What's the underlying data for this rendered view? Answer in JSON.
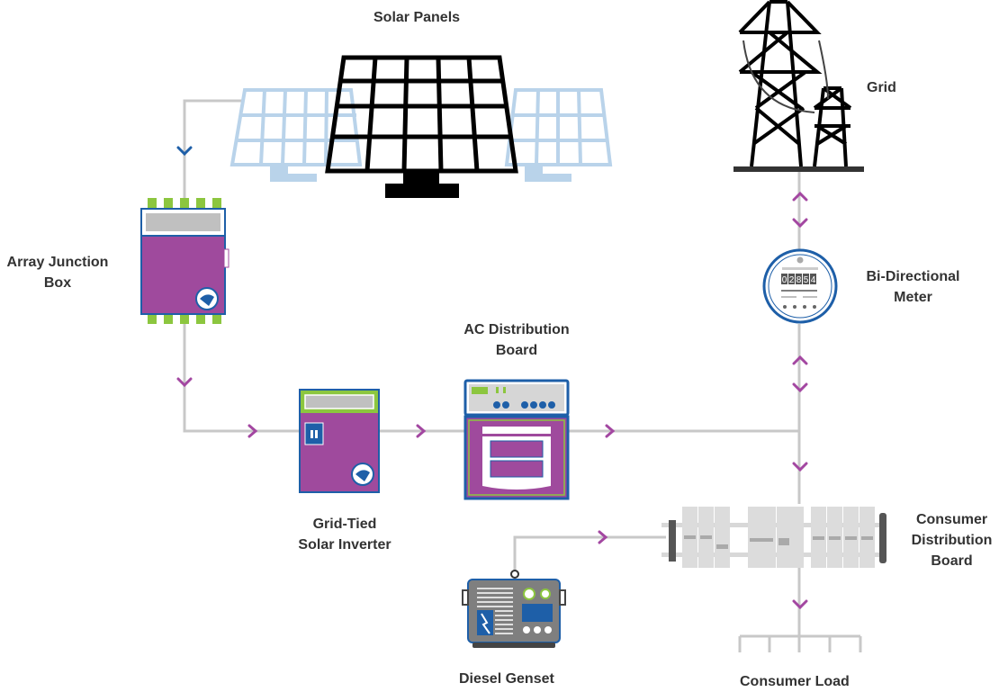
{
  "labels": {
    "solar_panels": "Solar Panels",
    "grid": "Grid",
    "meter_line1": "Bi-Directional",
    "meter_line2": "Meter",
    "junction_line1": "Array Junction",
    "junction_line2": "Box",
    "acdb_line1": "AC Distribution",
    "acdb_line2": "Board",
    "inverter_line1": "Grid-Tied",
    "inverter_line2": "Solar Inverter",
    "cdb_line1": "Consumer",
    "cdb_line2": "Distribution",
    "cdb_line3": "Board",
    "genset": "Diesel Genset",
    "load": "Consumer Load"
  },
  "meter": {
    "reading": [
      "0",
      "2",
      "8",
      "5",
      "4"
    ]
  },
  "colors": {
    "line": "#c8c8c8",
    "arrow_purple": "#a347a1",
    "arrow_blue": "#1e5fa8",
    "device_purple": "#9f4a9d",
    "device_blue": "#1e5fa8",
    "accent_green": "#8cc63f",
    "panel_light": "#b9d3ea",
    "text": "#333333"
  }
}
